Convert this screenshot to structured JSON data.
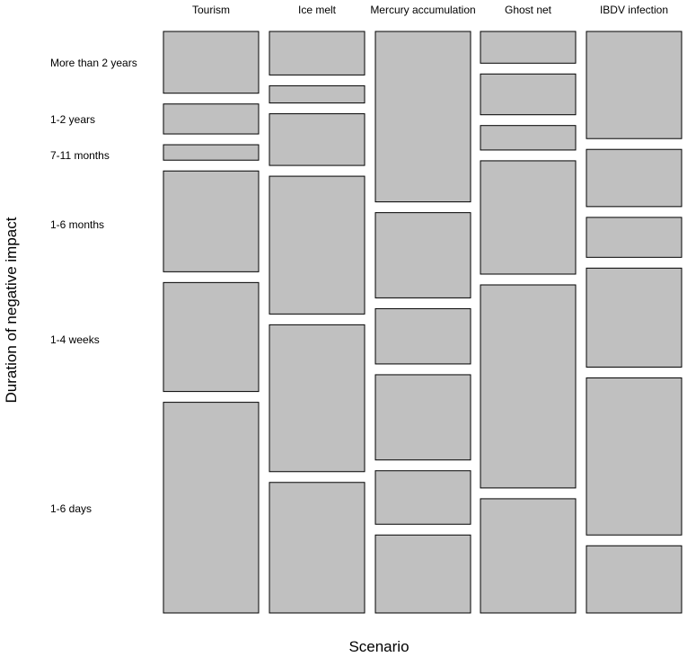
{
  "chart_data": {
    "type": "mosaic",
    "xlabel": "Scenario",
    "ylabel": "Duration of negative impact",
    "columns": [
      "Tourism",
      "Ice melt",
      "Mercury accumulation",
      "Ghost net",
      "IBDV infection"
    ],
    "rows_top_to_bottom": [
      "More than 2 years",
      "1-2 years",
      "7-11 months",
      "1-6 months",
      "1-4 weeks",
      "1-6 days"
    ],
    "row_labels": [
      {
        "name": "More than 2 years",
        "y_index": 0
      },
      {
        "name": "1-2 years",
        "y_index": 1
      },
      {
        "name": "7-11 months",
        "y_index": 2
      },
      {
        "name": "1-6 months",
        "y_index": 3
      },
      {
        "name": "1-4 weeks",
        "y_index": 4
      },
      {
        "name": "1-6 days",
        "y_index": 5
      }
    ],
    "cells": [
      {
        "column": "Tourism",
        "values": [
          68,
          33,
          17,
          111,
          120,
          232
        ]
      },
      {
        "column": "Ice melt",
        "values": [
          48,
          19,
          57,
          152,
          162,
          144
        ]
      },
      {
        "column": "Mercury accumulation",
        "values": [
          188,
          94,
          61,
          94,
          59,
          86
        ]
      },
      {
        "column": "Ghost net",
        "values": [
          35,
          45,
          27,
          125,
          224,
          126
        ]
      },
      {
        "column": "IBDV infection",
        "values": [
          118,
          63,
          44,
          109,
          173,
          74
        ]
      }
    ],
    "colors": {
      "cell_fill": "#c0c0c0",
      "cell_stroke": "#000000"
    }
  }
}
